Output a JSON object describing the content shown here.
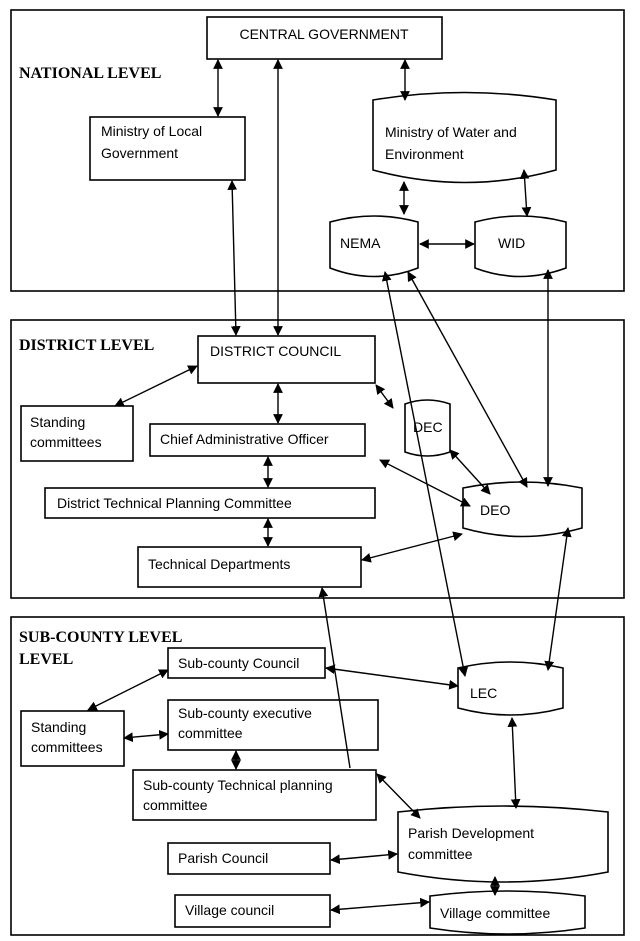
{
  "levels": {
    "national": "NATIONAL LEVEL",
    "district": "DISTRICT LEVEL",
    "subcounty_line1": "SUB-COUNTY LEVEL",
    "subcounty_line2": "LEVEL"
  },
  "nodes": {
    "central_government": "CENTRAL GOVERNMENT",
    "ministry_local_gov_line1": "Ministry of Local",
    "ministry_local_gov_line2": "Government",
    "ministry_water_line1": "Ministry of Water and",
    "ministry_water_line2": "Environment",
    "nema": "NEMA",
    "wid": "WID",
    "district_council": "DISTRICT COUNCIL",
    "standing_committees_district_line1": "Standing",
    "standing_committees_district_line2": "committees",
    "chief_administrative_officer": "Chief Administrative Officer",
    "dec": "DEC",
    "district_technical_planning_committee": "District Technical Planning Committee",
    "deo": "DEO",
    "technical_departments": "Technical Departments",
    "subcounty_council": "Sub-county Council",
    "lec": "LEC",
    "standing_committees_subcounty_line1": "Standing",
    "standing_committees_subcounty_line2": "committees",
    "subcounty_executive_line1": "Sub-county executive",
    "subcounty_executive_line2": "committee",
    "subcounty_technical_line1": "Sub-county Technical planning",
    "subcounty_technical_line2": "committee",
    "parish_development_line1": "Parish Development",
    "parish_development_line2": "committee",
    "parish_council": "Parish Council",
    "village_council": "Village council",
    "village_committee": "Village committee"
  }
}
